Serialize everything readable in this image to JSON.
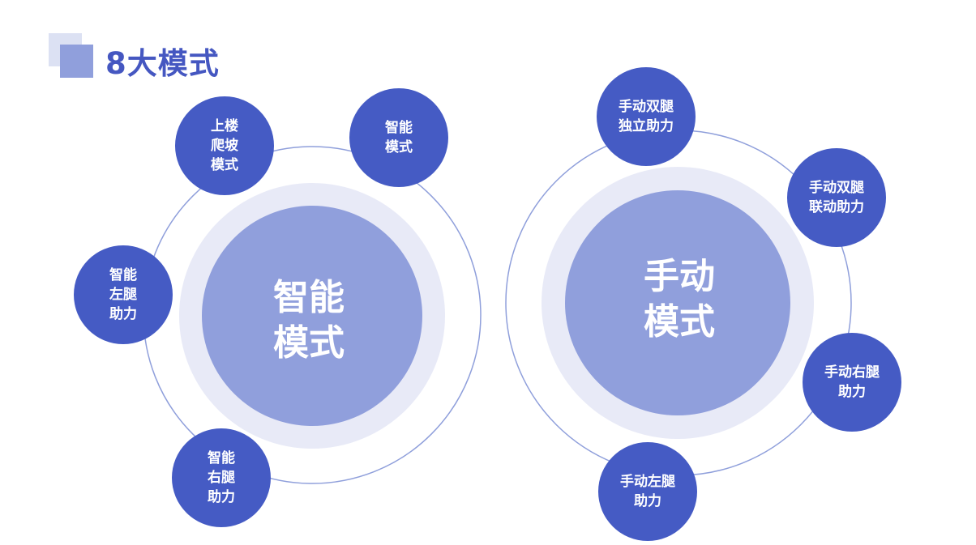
{
  "title": "8大模式",
  "colors": {
    "accent": "#455bc4",
    "hub": "#909fdc",
    "halo": "#e8eaf7",
    "ring": "#8f9fdb"
  },
  "smart": {
    "label": "智能\n模式",
    "modes": [
      "上楼\n爬坡\n模式",
      "智能\n模式",
      "智能\n左腿\n助力",
      "智能\n右腿\n助力"
    ]
  },
  "manual": {
    "label": "手动\n模式",
    "modes": [
      "手动双腿\n独立助力",
      "手动双腿\n联动助力",
      "手动右腿\n助力",
      "手动左腿\n助力"
    ]
  }
}
